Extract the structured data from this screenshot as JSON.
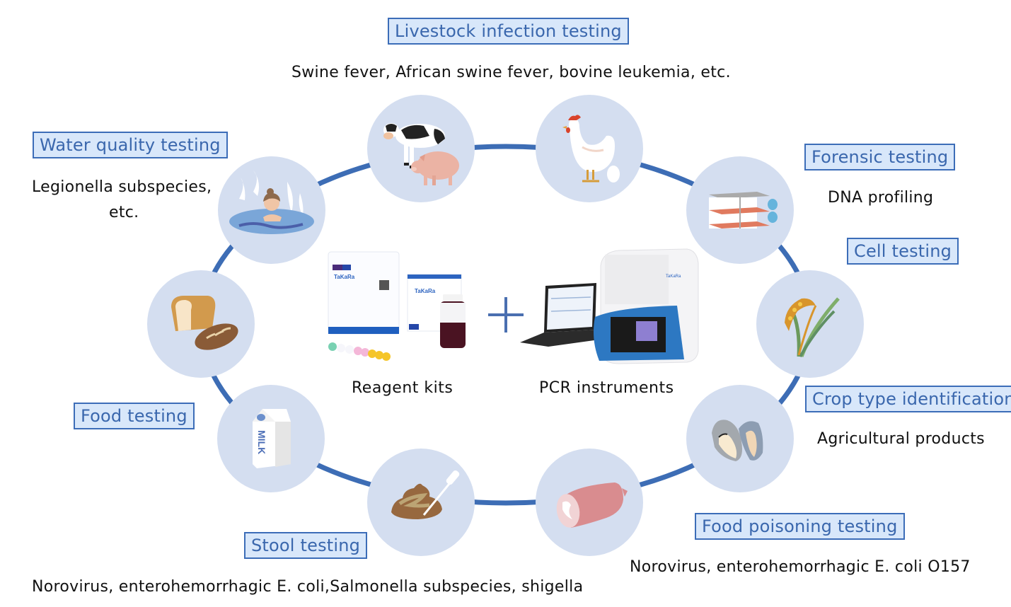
{
  "colors": {
    "ring": "#3d6db5",
    "circle_fill": "#d4def0",
    "tag_fill": "#d8e7fa",
    "tag_border": "#3c6db8",
    "tag_text": "#3a67ad"
  },
  "categories": [
    {
      "id": "livestock",
      "title": "Livestock infection testing",
      "description": "Swine fever, African swine fever, bovine leukemia, etc.",
      "icons": [
        "cow-icon",
        "pig-icon"
      ]
    },
    {
      "id": "water",
      "title": "Water quality testing",
      "description_lines": [
        "Legionella subspecies,",
        "etc."
      ],
      "icons": [
        "hot-spring-bather-icon"
      ]
    },
    {
      "id": "forensic",
      "title": "Forensic testing",
      "description": "DNA profiling",
      "icons": [
        "cell-culture-flask-icon"
      ]
    },
    {
      "id": "cell",
      "title": "Cell testing",
      "icons": [
        "cell-culture-flask-icon"
      ]
    },
    {
      "id": "food",
      "title": "Food testing",
      "icons": [
        "bread-icon",
        "milk-carton-icon"
      ]
    },
    {
      "id": "crop",
      "title": "Crop type identification",
      "description": "Agricultural products",
      "icons": [
        "rice-plant-icon"
      ]
    },
    {
      "id": "stool",
      "title": "Stool testing",
      "description": "Norovirus, enterohemorrhagic E. coli,Salmonella subspecies, shigella",
      "icons": [
        "stool-sample-icon"
      ]
    },
    {
      "id": "food_poisoning",
      "title": "Food poisoning testing",
      "description": "Norovirus, enterohemorrhagic E. coli O157",
      "icons": [
        "ham-icon",
        "oyster-icon"
      ]
    }
  ],
  "center": {
    "left_label": "Reagent kits",
    "right_label": "PCR instruments",
    "kit_brand": "TaKaRa",
    "instrument_brand": "TaKaRa"
  },
  "circle_icons": [
    "cow-pig-icon",
    "chicken-icon",
    "hot-spring-icon",
    "cell-flask-icon",
    "bread-icon",
    "rice-plant-icon",
    "milk-carton-icon",
    "oyster-icon",
    "stool-sample-icon",
    "ham-icon"
  ]
}
